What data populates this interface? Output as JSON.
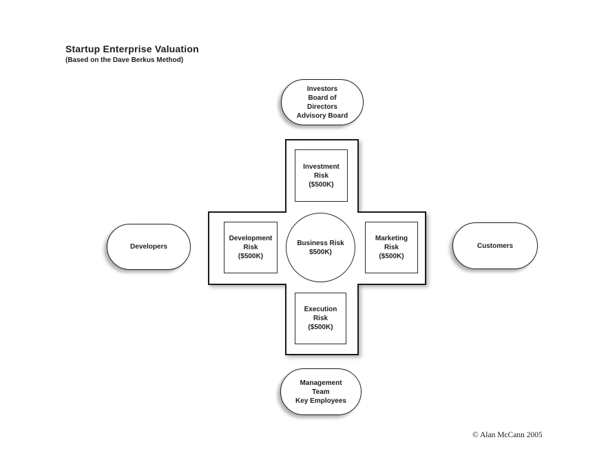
{
  "title": "Startup Enterprise Valuation",
  "subtitle": "(Based on the Dave Berkus Method)",
  "colors": {
    "background": "#ffffff",
    "ink": "#1c1c1c"
  },
  "nodes": {
    "investors": {
      "lines": [
        "Investors",
        "Board of",
        "Directors",
        "Advisory Board"
      ]
    },
    "developers": {
      "lines": [
        "Developers"
      ]
    },
    "customers": {
      "lines": [
        "Customers"
      ]
    },
    "management": {
      "lines": [
        "Management",
        "Team",
        "Key Employees"
      ]
    },
    "investment_risk": {
      "lines": [
        "Investment",
        "Risk",
        "($500K)"
      ]
    },
    "development_risk": {
      "lines": [
        "Development",
        "Risk",
        "($500K)"
      ]
    },
    "marketing_risk": {
      "lines": [
        "Marketing",
        "Risk",
        "($500K)"
      ]
    },
    "execution_risk": {
      "lines": [
        "Execution",
        "Risk",
        "($500K)"
      ]
    },
    "business_risk": {
      "lines": [
        "Business Risk",
        "$500K)"
      ]
    }
  },
  "copyright": "© Alan McCann 2005"
}
